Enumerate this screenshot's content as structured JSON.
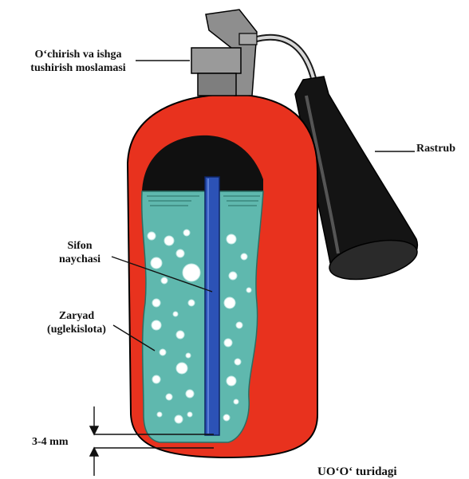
{
  "labels": {
    "control_device_line1": "O‘chirish va ishga",
    "control_device_line2": "tushirish moslamasi",
    "horn": "Rastrub",
    "siphon_line1": "Sifon",
    "siphon_line2": "naychasi",
    "charge_line1": "Zaryad",
    "charge_line2": "(uglekislota)",
    "gap": "3-4 mm",
    "caption_partial": "UO‘O‘ turidagi"
  },
  "colors": {
    "body_red": "#e8321e",
    "liquid_teal": "#5fb8ae",
    "siphon_blue": "#2c52b6",
    "horn_black": "#141414",
    "valve_gray": "#8e8e8e"
  }
}
